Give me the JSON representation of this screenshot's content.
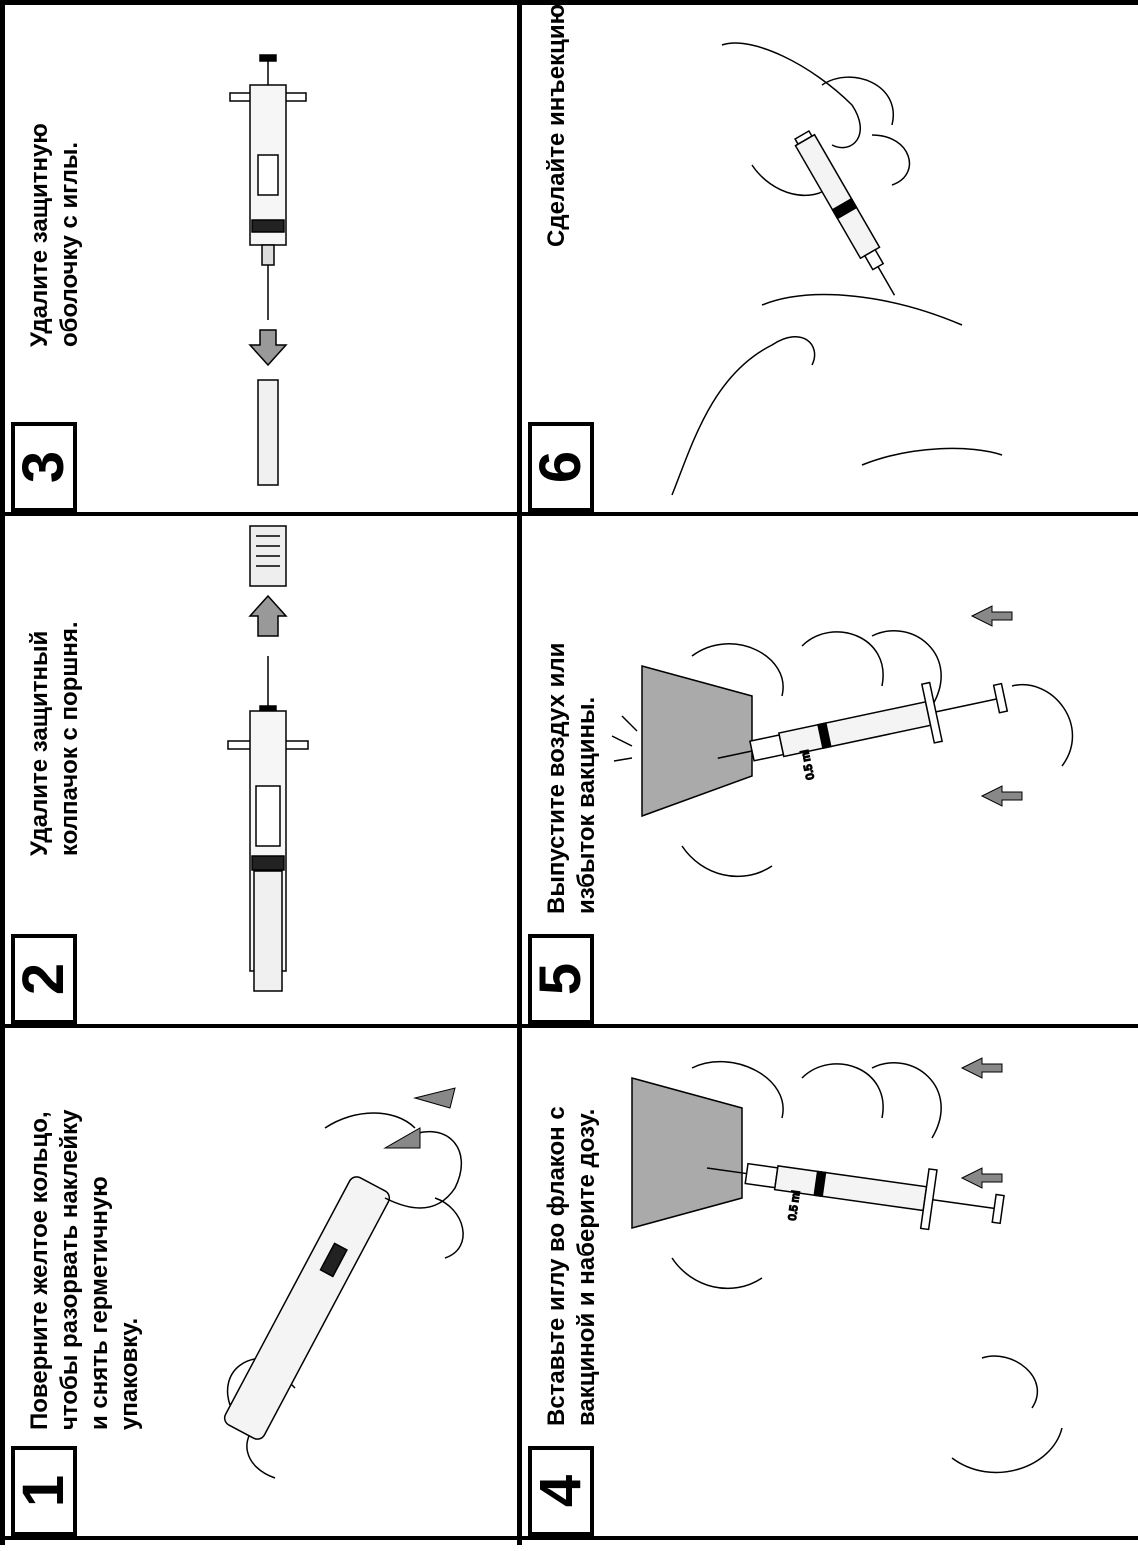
{
  "steps": [
    {
      "number": "1",
      "text": "Поверните желтое кольцо,\nчтобы разорвать наклейку\nи снять герметичную\nупаковку."
    },
    {
      "number": "2",
      "text": "Удалите защитный\nколпачок с поршня."
    },
    {
      "number": "3",
      "text": "Удалите защитную\nоболочку с иглы."
    },
    {
      "number": "4",
      "text": "Вставьте иглу во флакон с\nвакциной и наберите дозу."
    },
    {
      "number": "5",
      "text": "Выпустите воздух или\nизбыток вакцины."
    },
    {
      "number": "6",
      "text": "Сделайте инъекцию."
    }
  ],
  "dose_label": "0.5 ml"
}
